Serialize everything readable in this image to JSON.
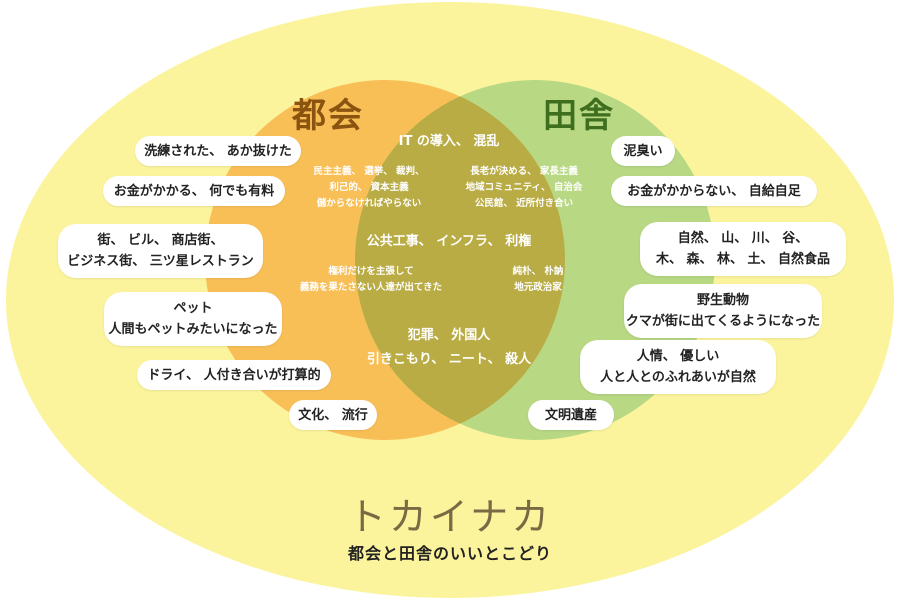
{
  "colors": {
    "outer": "#fbf49c",
    "city": "#f9bf57",
    "country": "#b8d884",
    "overlap": "#b9ac45"
  },
  "titles": {
    "city": "都会",
    "country": "田舎",
    "tokainaka": "トカイナカ",
    "subtitle": "都会と田舎のいいとこどり"
  },
  "city_items": [
    [
      "洗練された、 あか抜けた"
    ],
    [
      "お金がかかる、 何でも有料"
    ],
    [
      "街、 ビル、 商店街、",
      "ビジネス街、 三ツ星レストラン"
    ],
    [
      "ペット",
      "人間もペットみたいになった"
    ],
    [
      "ドライ、 人付き合いが打算的"
    ],
    [
      "文化、 流行"
    ]
  ],
  "country_items": [
    [
      "泥臭い"
    ],
    [
      "お金がかからない、 自給自足"
    ],
    [
      "自然、 山、 川、 谷、",
      "木、 森、 林、 土、 自然食品"
    ],
    [
      "野生動物",
      "クマが街に出てくるようになった"
    ],
    [
      "人情、 優しい",
      "人と人とのふれあいが自然"
    ],
    [
      "文明遺産"
    ]
  ],
  "overlap": {
    "top": "IT の導入、 混乱",
    "left_block": [
      "民主主義、 選挙、 裁判、",
      "利己的、 資本主義",
      "儲からなければやらない"
    ],
    "right_block": [
      "長老が決める、 家長主義",
      "地域コミュニティ、 自治会",
      "公民館、 近所付き合い"
    ],
    "middle": "公共工事、 インフラ、 利権",
    "left_block2": [
      "権利だけを主張して",
      "義務を果たさない人達が出てきた"
    ],
    "right_block2": [
      "純朴、 朴訥",
      "地元政治家"
    ],
    "bottom": [
      "犯罪、 外国人",
      "引きこもり、 ニート、 殺人"
    ]
  }
}
